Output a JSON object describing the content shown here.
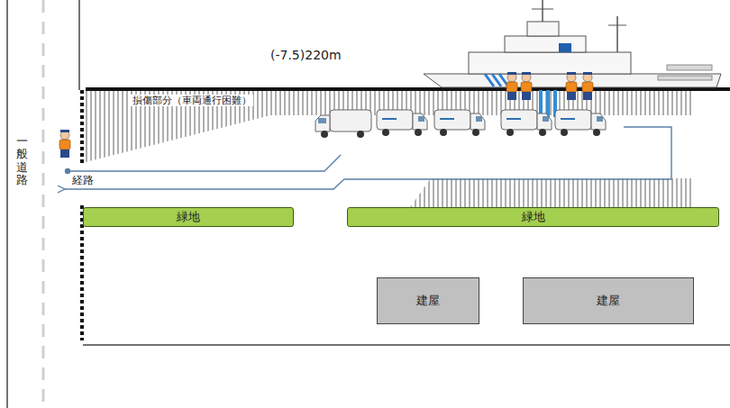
{
  "diagram": {
    "nodes": [
      {
        "text": [
          "緑地"
        ]
      },
      {
        "text": [
          "緑地"
        ]
      },
      {
        "text": [
          "建屋"
        ]
      },
      {
        "text": [
          "建屋"
        ]
      }
    ],
    "labels": [
      "(-7.5)220m",
      "損傷部分（車両通行困難）",
      "一般道路",
      "経路"
    ]
  }
}
